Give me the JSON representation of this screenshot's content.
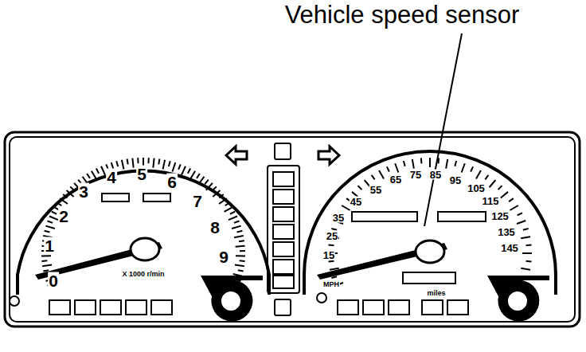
{
  "diagram": {
    "labels": [
      "Vehicle speed sensor",
      "0",
      "1",
      "2",
      "3",
      "4",
      "5",
      "6",
      "7",
      "8",
      "9",
      "X 1000 r/min",
      "15",
      "25",
      "35",
      "45",
      "55",
      "65",
      "75",
      "85",
      "95",
      "105",
      "115",
      "125",
      "135",
      "145",
      "MPH",
      "miles"
    ]
  }
}
